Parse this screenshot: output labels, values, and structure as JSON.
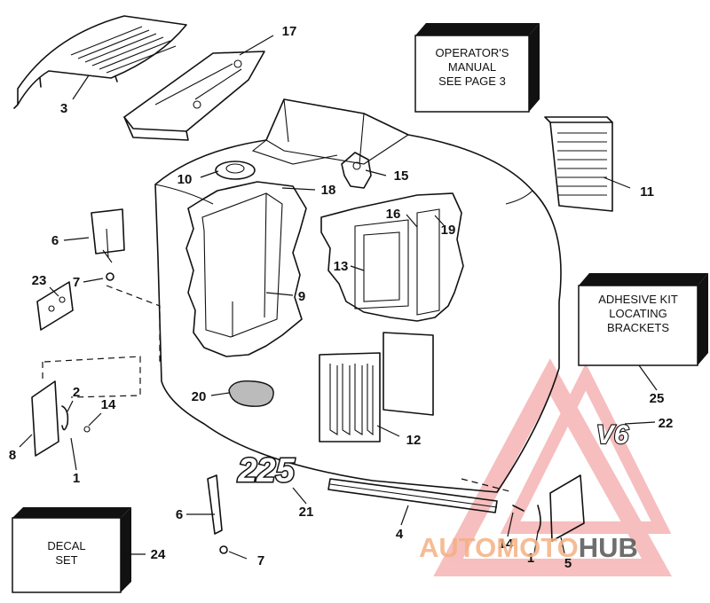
{
  "boxes": {
    "operators_manual": [
      "OPERATOR'S",
      "MANUAL",
      "SEE PAGE 3"
    ],
    "adhesive_kit": [
      "ADHESIVE KIT",
      "LOCATING",
      "BRACKETS"
    ],
    "decal_set": [
      "DECAL",
      "SET"
    ]
  },
  "callouts": {
    "c3": "3",
    "c17": "17",
    "c10": "10",
    "c18": "18",
    "c15": "15",
    "c11": "11",
    "c16": "16",
    "c19": "19",
    "c6a": "6",
    "c23": "23",
    "c7a": "7",
    "c13": "13",
    "c9": "9",
    "c20": "20",
    "c2": "2",
    "c14a": "14",
    "c8": "8",
    "c1a": "1",
    "c12": "12",
    "c25": "25",
    "c22": "22",
    "c21": "21",
    "c6b": "6",
    "c7b": "7",
    "c4": "4",
    "c14b": "14",
    "c1b": "1",
    "c5": "5",
    "c24": "24"
  },
  "decals": {
    "model_number": "225",
    "v6": "V6"
  },
  "watermark": {
    "part1": "AUTOMOTO",
    "part2": "HUB",
    "color_accent": "#f08a8a",
    "color_dark": "#555555"
  }
}
